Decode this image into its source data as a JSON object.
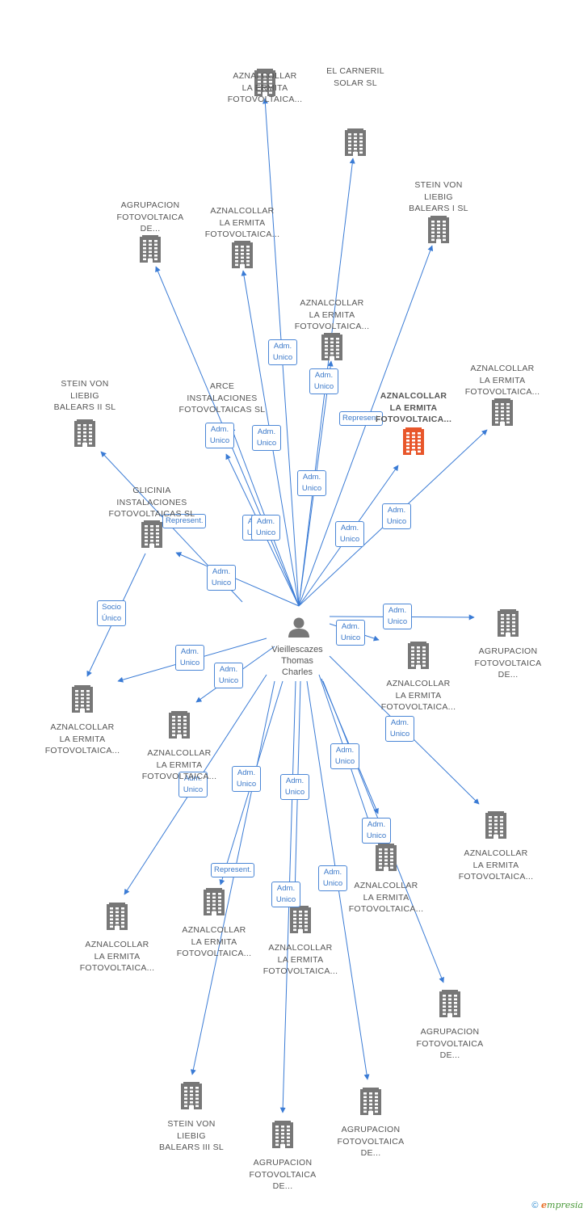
{
  "center": {
    "name": "Vieillescazes\nThomas\nCharles",
    "icon": "person-icon"
  },
  "colors": {
    "edge": "#3a7bd5",
    "company": "#777777",
    "highlight": "#e8562a"
  },
  "nodes": [
    {
      "id": "n1",
      "label": "AZNALCOLLAR\nLA ERMITA\nFOTOVOLTAICA...",
      "highlight": false
    },
    {
      "id": "n2",
      "label": "EL CARNERIL\nSOLAR SL",
      "highlight": false
    },
    {
      "id": "n3",
      "label": "STEIN VON\nLIEBIG\nBALEARS I SL",
      "highlight": false
    },
    {
      "id": "n4",
      "label": "AGRUPACION\nFOTOVOLTAICA\nDE...",
      "highlight": false
    },
    {
      "id": "n5",
      "label": "AZNALCOLLAR\nLA ERMITA\nFOTOVOLTAICA...",
      "highlight": false
    },
    {
      "id": "n6",
      "label": "AZNALCOLLAR\nLA ERMITA\nFOTOVOLTAICA...",
      "highlight": false
    },
    {
      "id": "n7",
      "label": "AZNALCOLLAR\nLA ERMITA\nFOTOVOLTAICA...",
      "highlight": false
    },
    {
      "id": "n8",
      "label": "AZNALCOLLAR\nLA ERMITA\nFOTOVOLTAICA...",
      "highlight": true
    },
    {
      "id": "n9",
      "label": "STEIN VON\nLIEBIG\nBALEARS II SL",
      "highlight": false
    },
    {
      "id": "n10",
      "label": "ARCE\nINSTALACIONES\nFOTOVOLTAICAS SL",
      "highlight": false
    },
    {
      "id": "n11",
      "label": "GLICINIA\nINSTALACIONES\nFOTOVOLTAICAS SL",
      "highlight": false
    },
    {
      "id": "n12",
      "label": "AGRUPACION\nFOTOVOLTAICA\nDE...",
      "highlight": false
    },
    {
      "id": "n13",
      "label": "AZNALCOLLAR\nLA ERMITA\nFOTOVOLTAICA...",
      "highlight": false
    },
    {
      "id": "n14",
      "label": "AZNALCOLLAR\nLA ERMITA\nFOTOVOLTAICA...",
      "highlight": false
    },
    {
      "id": "n15",
      "label": "AZNALCOLLAR\nLA ERMITA\nFOTOVOLTAICA...",
      "highlight": false
    },
    {
      "id": "n16",
      "label": "AZNALCOLLAR\nLA ERMITA\nFOTOVOLTAICA...",
      "highlight": false
    },
    {
      "id": "n17",
      "label": "AZNALCOLLAR\nLA ERMITA\nFOTOVOLTAICA...",
      "highlight": false
    },
    {
      "id": "n18",
      "label": "AZNALCOLLAR\nLA ERMITA\nFOTOVOLTAICA...",
      "highlight": false
    },
    {
      "id": "n19",
      "label": "AZNALCOLLAR\nLA ERMITA\nFOTOVOLTAICA...",
      "highlight": false
    },
    {
      "id": "n20",
      "label": "AZNALCOLLAR\nLA ERMITA\nFOTOVOLTAICA...",
      "highlight": false
    },
    {
      "id": "n21",
      "label": "AZNALCOLLAR\nLA ERMITA\nFOTOVOLTAICA...",
      "highlight": false
    },
    {
      "id": "n22",
      "label": "AGRUPACION\nFOTOVOLTAICA\nDE...",
      "highlight": false
    },
    {
      "id": "n23",
      "label": "STEIN VON\nLIEBIG\nBALEARS III SL",
      "highlight": false
    },
    {
      "id": "n24",
      "label": "AGRUPACION\nFOTOVOLTAICA\nDE...",
      "highlight": false
    },
    {
      "id": "n25",
      "label": "AGRUPACION\nFOTOVOLTAICA\nDE...",
      "highlight": false
    }
  ],
  "edges": [
    {
      "label": "Adm.\nUnico"
    },
    {
      "label": "Adm.\nUnico"
    },
    {
      "label": "Represent."
    },
    {
      "label": "Adm.\nUnico"
    },
    {
      "label": "Adm.\nUnico"
    },
    {
      "label": "Adm.\nUnico"
    },
    {
      "label": "Adm.\nUnico"
    },
    {
      "label": "Adm.\nUnico"
    },
    {
      "label": "Adm.\nUnico"
    },
    {
      "label": "Adm.\nUnico"
    },
    {
      "label": "Represent."
    },
    {
      "label": "Adm.\nUnico"
    },
    {
      "label": "Socio\nÚnico"
    },
    {
      "label": "Adm.\nUnico"
    },
    {
      "label": "Adm.\nUnico"
    },
    {
      "label": "Adm.\nUnico"
    },
    {
      "label": "Adm.\nUnico"
    },
    {
      "label": "Adm.\nUnico"
    },
    {
      "label": "Adm.\nUnico"
    },
    {
      "label": "Adm.\nUnico"
    },
    {
      "label": "Adm.\nUnico"
    },
    {
      "label": "Adm.\nUnico"
    },
    {
      "label": "Adm.\nUnico"
    },
    {
      "label": "Represent."
    },
    {
      "label": "Adm.\nUnico"
    },
    {
      "label": "Adm.\nUnico"
    },
    {
      "label": "Adm.\nUnico"
    }
  ],
  "footer": {
    "copyright": "©",
    "brand_e": "e",
    "brand_rest": "mpresia"
  }
}
